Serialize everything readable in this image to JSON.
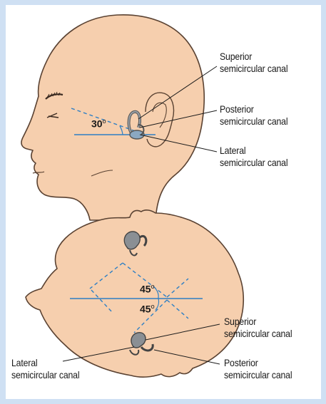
{
  "colors": {
    "frame": "#cfe0f3",
    "skin": "#f6cfae",
    "skin_outline": "#5a4232",
    "axis_line": "#2e7fc4",
    "canal": "#8a8f94"
  },
  "side_view": {
    "angle_label": "30",
    "labels": {
      "superior": [
        "Superior",
        "semicircular canal"
      ],
      "posterior": [
        "Posterior",
        "semicircular canal"
      ],
      "lateral": [
        "Lateral",
        "semicircular canal"
      ]
    }
  },
  "top_view": {
    "angle_upper": "45",
    "angle_lower": "45",
    "labels": {
      "superior": [
        "Superior",
        "semicircular canal"
      ],
      "posterior": [
        "Posterior",
        "semicircular canal"
      ],
      "lateral": [
        "Lateral",
        "semicircular canal"
      ]
    }
  },
  "degree_symbol": "o"
}
